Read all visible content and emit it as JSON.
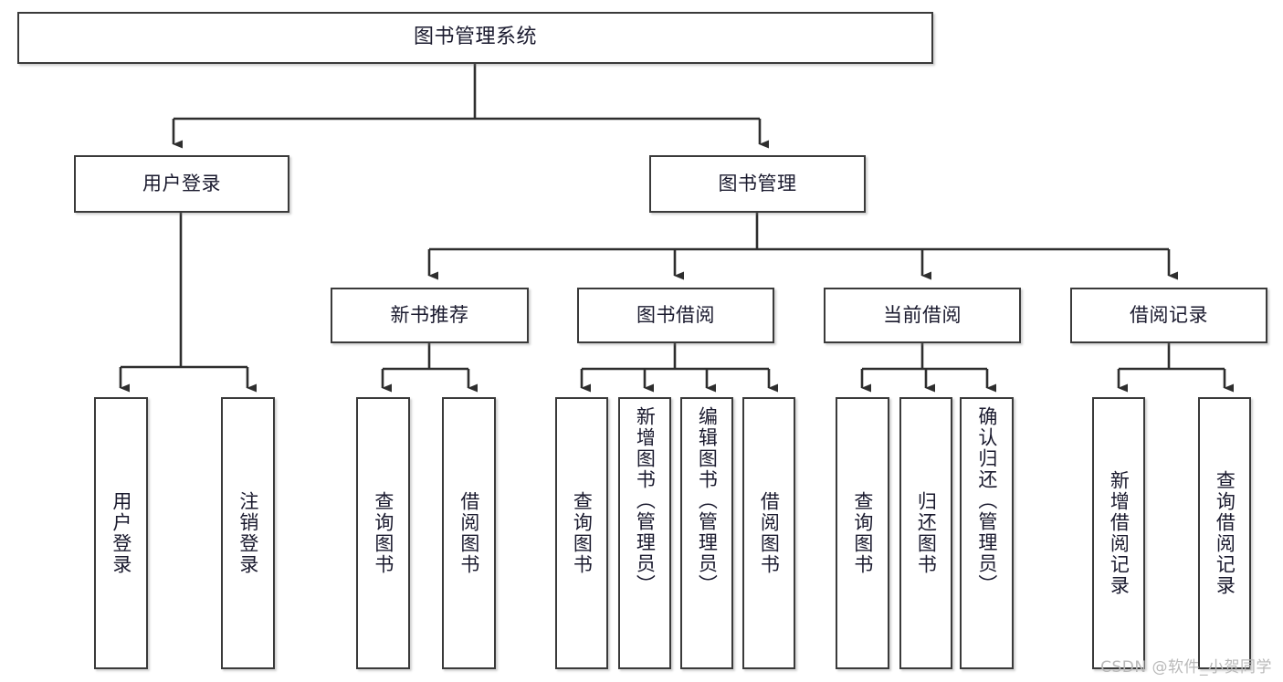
{
  "diagram": {
    "title": "图书管理系统",
    "type": "tree",
    "root": {
      "label": "图书管理系统"
    },
    "level2": [
      {
        "label": "用户登录"
      },
      {
        "label": "图书管理"
      }
    ],
    "level3": [
      {
        "label": "新书推荐"
      },
      {
        "label": "图书借阅"
      },
      {
        "label": "当前借阅"
      },
      {
        "label": "借阅记录"
      }
    ],
    "leaves": {
      "user_login": [
        {
          "label": "用户登录"
        },
        {
          "label": "注销登录"
        }
      ],
      "new_book_recommend": [
        {
          "label": "查询图书"
        },
        {
          "label": "借阅图书"
        }
      ],
      "book_borrow": [
        {
          "label": "查询图书"
        },
        {
          "label": "新增图书（管理员）"
        },
        {
          "label": "编辑图书（管理员）"
        },
        {
          "label": "借阅图书"
        }
      ],
      "current_borrow": [
        {
          "label": "查询图书"
        },
        {
          "label": "归还图书"
        },
        {
          "label": "确认归还（管理员）"
        }
      ],
      "borrow_record": [
        {
          "label": "新增借阅记录"
        },
        {
          "label": "查询借阅记录"
        }
      ]
    }
  },
  "watermark": {
    "text": "CSDN @软件_小贺同学"
  },
  "colors": {
    "stroke": "#3a3a3a",
    "text": "#1a1a2e",
    "background": "#ffffff",
    "watermark": "#b9b9b9"
  }
}
